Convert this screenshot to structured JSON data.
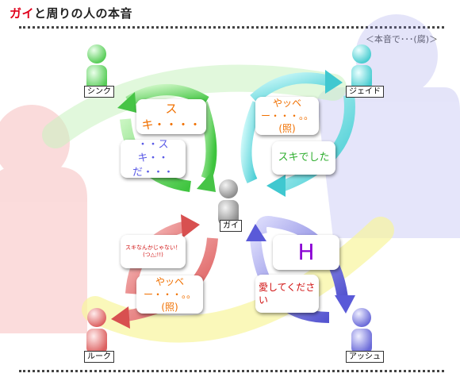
{
  "header": {
    "title_highlight": "ガイ",
    "title_rest": "と周りの人の本音"
  },
  "note": "＜本音で･･･(腐)＞",
  "center": {
    "name": "ガイ"
  },
  "people": {
    "sync": "シンク",
    "jade": "ジェイド",
    "luke": "ルーク",
    "asch": "アッシュ"
  },
  "messages": {
    "guy_to_sync": "スキ・・・・",
    "sync_to_guy": "・・スキ・・だ・・・",
    "guy_to_jade": "やッベー・・・。。(照)",
    "jade_to_guy": "スキでした",
    "luke_to_guy": "スキなんかじゃない！(つ△;!!)",
    "guy_to_luke": "やッベー・・・。。(照)",
    "asch_to_guy": "H",
    "guy_to_asch": "愛してください"
  },
  "colors": {
    "sync": "#5fd65f",
    "jade": "#5fd8d8",
    "luke": "#e86a6a",
    "asch": "#6f6fe0",
    "center": "#a0a0a0",
    "text_orange": "#f07000",
    "text_blue": "#5a5ae6",
    "text_green": "#2fae2f",
    "text_red": "#d01010",
    "text_purple": "#8a00d4"
  }
}
